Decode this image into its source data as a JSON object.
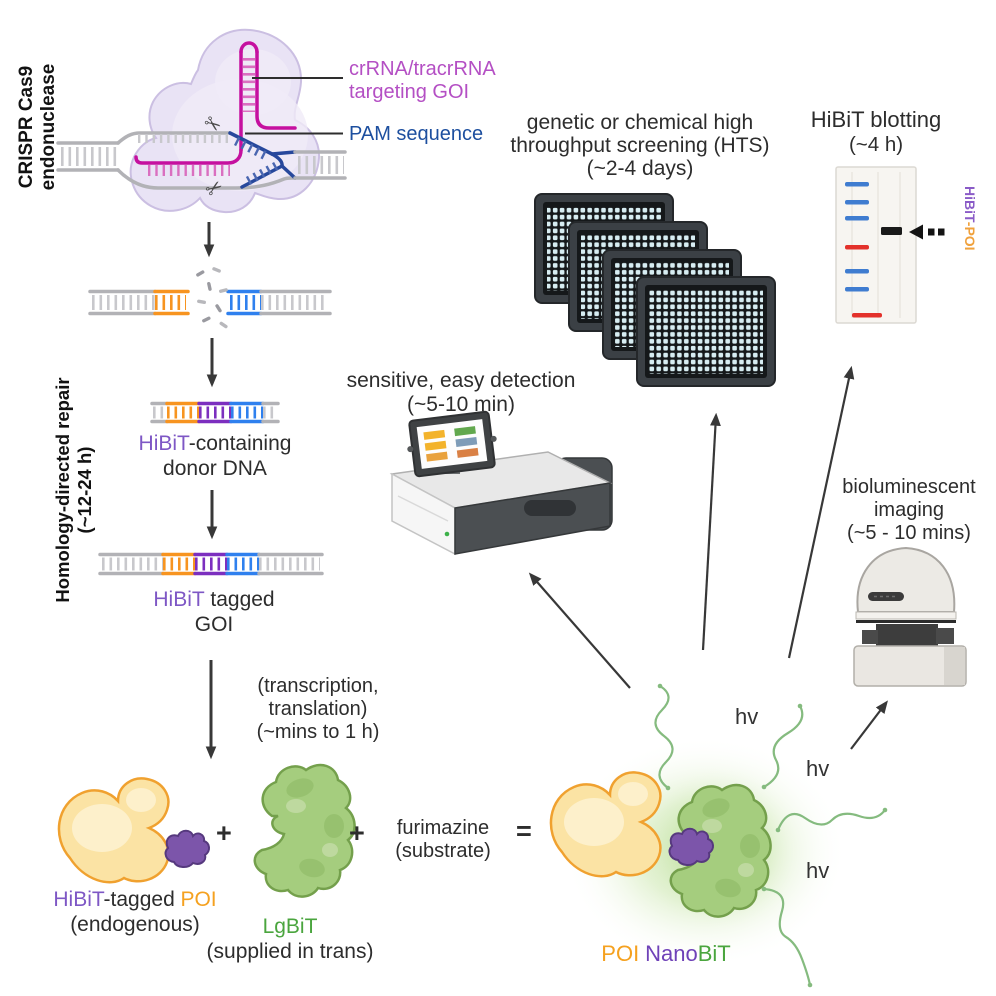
{
  "cas9": {
    "side_label": "CRISPR Cas9 endonuclease",
    "crrna_line1": "crRNA/tracrRNA",
    "crrna_line2": "targeting GOI",
    "pam_label": "PAM sequence",
    "scissors_icon": "✂"
  },
  "hdr": {
    "side_label_line1": "Homology-directed repair",
    "side_label_line2": "(~12-24 h)",
    "donor_label_hibit": "HiBiT",
    "donor_label_rest": "-containing",
    "donor_label_line2": "donor DNA",
    "goi_label_hibit": "HiBiT",
    "goi_label_rest": "tagged",
    "goi_label_line2": "GOI"
  },
  "expression": {
    "line1": "(transcription,",
    "line2": "translation)",
    "line3": "(~mins to 1 h)"
  },
  "reaction": {
    "hibit_poi_label_hibit": "HiBiT",
    "hibit_poi_label_mid": "-tagged",
    "hibit_poi_label_poi": "POI",
    "hibit_poi_sublabel": "(endogenous)",
    "plus_sign": "+",
    "lgbit_label": "LgBiT",
    "lgbit_sublabel": "(supplied in trans)",
    "furimazine_line1": "furimazine",
    "furimazine_line2": "(substrate)",
    "equals_sign": "=",
    "nanobit_label_poi": "POI",
    "nanobit_label_nano": "Nano",
    "nanobit_label_bit": "BiT",
    "photon_label": "hv"
  },
  "outputs": {
    "detection_line1": "sensitive, easy detection",
    "detection_line2": "(~5-10 min)",
    "hts_line1": "genetic or chemical high",
    "hts_line2": "throughput screening (HTS)",
    "hts_line3": "(~2-4 days)",
    "blotting_line1": "HiBiT blotting",
    "blotting_line2": "(~4 h)",
    "blot_band_label_hibit": "HiBiT",
    "blot_band_label_poi": "-POI",
    "imaging_line1": "bioluminescent",
    "imaging_line2": "imaging",
    "imaging_line3": "(~5 - 10 mins)"
  },
  "colors": {
    "crrna_magenta": "#c5109f",
    "crrna_label_text": "#b44fc4",
    "pam_blue": "#27489c",
    "pam_label_text": "#1d4f9f",
    "hibit_purple_dna": "#7c2fbf",
    "hibit_purple_text": "#7e57c5",
    "poi_orange": "#f79420",
    "lgbit_green_text": "#4aa53e",
    "lgbit_green_fill": "#a5cd7e",
    "dna_gray": "#b2b2b6",
    "donor_blue": "#2f80ee",
    "arrow_dark": "#383838"
  }
}
